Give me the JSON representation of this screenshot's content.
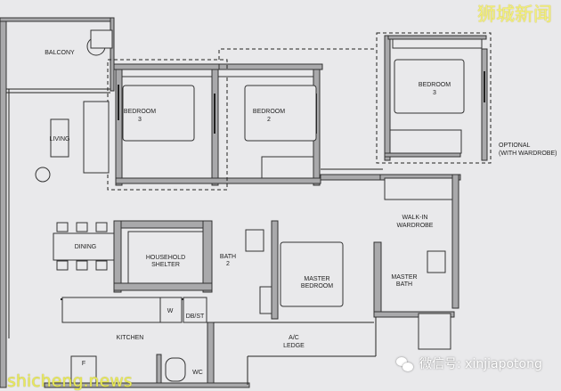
{
  "rooms": {
    "balcony": "BALCONY",
    "living": "LIVING",
    "bedroom3_left": [
      "BEDROOM",
      "3"
    ],
    "bedroom2": [
      "BEDROOM",
      "2"
    ],
    "bedroom3_right": [
      "BEDROOM",
      "3"
    ],
    "optional": [
      "OPTIONAL",
      "(WITH WARDROBE)"
    ],
    "walkin": [
      "WALK-IN",
      "WARDROBE"
    ],
    "dining": "DINING",
    "shelter": [
      "HOUSEHOLD",
      "SHELTER"
    ],
    "bath2": [
      "BATH",
      "2"
    ],
    "master_bedroom": [
      "MASTER",
      "BEDROOM"
    ],
    "master_bath": [
      "MASTER",
      "BATH"
    ],
    "washer": "W",
    "dbst": "DB/ST",
    "kitchen": "KITCHEN",
    "ac_ledge": [
      "A/C",
      "LEDGE"
    ],
    "fridge": "F",
    "wc": "WC"
  },
  "watermarks": {
    "chinese_title": "狮城新闻",
    "site": "shicheng.news",
    "wechat": "微信号: xinjiapotong"
  },
  "colors": {
    "background": "#e9e9eb",
    "wall": "#a9a9ab",
    "watermark_yellow": "#f2f07a"
  }
}
